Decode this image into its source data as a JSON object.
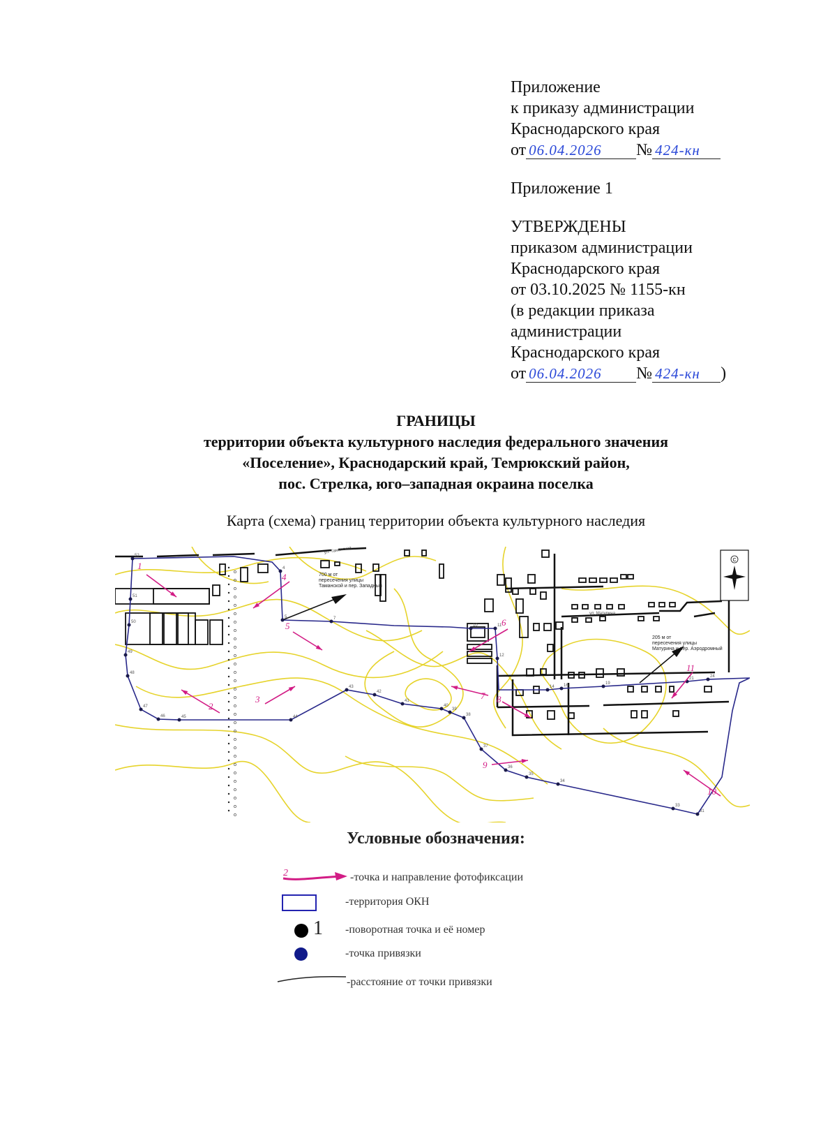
{
  "header": {
    "appendix": "Приложение",
    "to_order": "к приказу администрации",
    "region": "Краснодарского края",
    "from_prefix": "от",
    "number_sign": "№",
    "handwritten_date": "06.04.2026",
    "handwritten_number": "424-кн",
    "appendix_1": "Приложение 1",
    "approved": "УТВЕРЖДЕНЫ",
    "approved_by": "приказом администрации",
    "approved_region": "Краснодарского края",
    "approved_order": "от 03.10.2025 № 1155-кн",
    "edition_1": "(в редакции приказа",
    "edition_2": "администрации",
    "edition_3": "Краснодарского края",
    "edition_close": ")"
  },
  "title": {
    "line1": "ГРАНИЦЫ",
    "line2": "территории объекта культурного наследия федерального значения",
    "line3": "«Поселение», Краснодарский край, Темрюкский район,",
    "line4": "пос. Стрелка, юго–западная окраина поселка",
    "subtitle": "Карта (схема) границ территории объекта культурного наследия"
  },
  "map": {
    "colors": {
      "boundary": "#28288a",
      "contour": "#e6d32a",
      "photo_arrow": "#d21c85",
      "buildings": "#111111"
    },
    "boundary_points": [
      "52",
      "4",
      "5",
      "7",
      "10",
      "11",
      "12",
      "14",
      "16",
      "19",
      "21",
      "24",
      "31",
      "33",
      "34",
      "35",
      "36",
      "37",
      "38",
      "39",
      "40",
      "41",
      "42",
      "43",
      "44",
      "45",
      "46",
      "47",
      "48",
      "49",
      "50",
      "51"
    ],
    "photo_points": [
      "1",
      "2",
      "3",
      "4",
      "5",
      "6",
      "7",
      "8",
      "9",
      "10",
      "11"
    ],
    "reference_1": "700 м от пересечения улицы Таманской и пер. Западный",
    "reference_2": "205 м от пересечения улицы Матурина и пер. Аэродромный",
    "street_1": "ул. Таманская",
    "street_2": "ул. Матурина",
    "compass_label": "С"
  },
  "legend": {
    "title": "Условные обозначения:",
    "items": [
      {
        "label": "-точка и направление фотофиксации",
        "sample": "2"
      },
      {
        "label": "-территория ОКН"
      },
      {
        "label": "-поворотная точка и её номер",
        "sample": "1"
      },
      {
        "label": "-точка привязки"
      },
      {
        "label": "-расстояние от точки привязки"
      }
    ]
  }
}
